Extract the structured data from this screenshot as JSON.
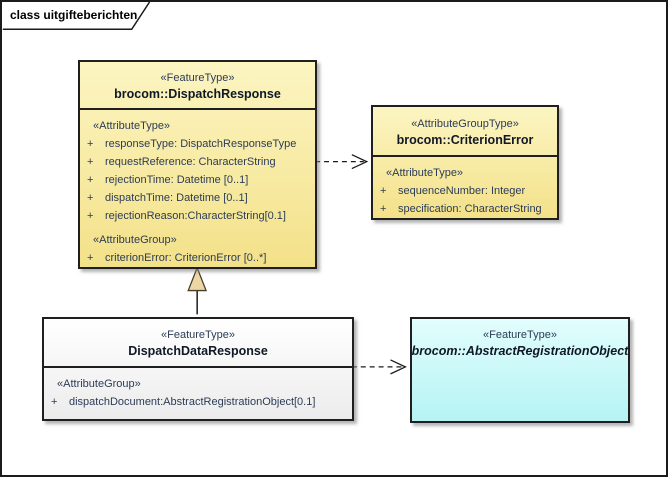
{
  "frame": {
    "title": "class uitgifteberichten"
  },
  "boxes": {
    "dispatchResponse": {
      "stereotype": "«FeatureType»",
      "name": "brocom::DispatchResponse",
      "sections": [
        {
          "label": "«AttributeType»",
          "attrs": [
            {
              "vis": "+",
              "text": "responseType: DispatchResponseType"
            },
            {
              "vis": "+",
              "text": "requestReference: CharacterString"
            },
            {
              "vis": "+",
              "text": "rejectionTime: Datetime [0..1]"
            },
            {
              "vis": "+",
              "text": "dispatchTime: Datetime [0..1]"
            },
            {
              "vis": "+",
              "text": "rejectionReason:CharacterString[0.1]"
            }
          ]
        },
        {
          "label": "«AttributeGroup»",
          "attrs": [
            {
              "vis": "+",
              "text": "criterionError: CriterionError [0..*]"
            }
          ]
        }
      ]
    },
    "criterionError": {
      "stereotype": "«AttributeGroupType»",
      "name": "brocom::CriterionError",
      "sections": [
        {
          "label": "«AttributeType»",
          "attrs": [
            {
              "vis": "+",
              "text": "sequenceNumber: Integer"
            },
            {
              "vis": "+",
              "text": "specification: CharacterString"
            }
          ]
        }
      ]
    },
    "dispatchDataResponse": {
      "stereotype": "«FeatureType»",
      "name": "DispatchDataResponse",
      "sections": [
        {
          "label": "«AttributeGroup»",
          "attrs": [
            {
              "vis": "+",
              "text": "dispatchDocument:AbstractRegistrationObject[0.1]"
            }
          ]
        }
      ]
    },
    "abstractRegistrationObject": {
      "stereotype": "«FeatureType»",
      "name": "brocom::AbstractRegistrationObject"
    }
  },
  "colors": {
    "class_fill_top": "#fcf5c2",
    "class_fill_bottom": "#f3e189",
    "neutral_fill_top": "#ffffff",
    "neutral_fill_bottom": "#ececec",
    "abstract_fill_top": "#e2fdfd",
    "abstract_fill_bottom": "#b5f4f4",
    "border": "#1f1f1f",
    "attribute_text": "#2c3c56",
    "generalization_arrow_fill": "#ecd7a4"
  }
}
